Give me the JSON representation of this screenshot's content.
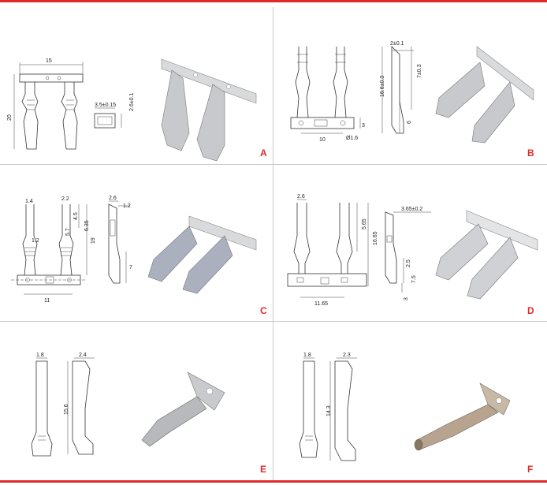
{
  "panels": [
    {
      "id": "A",
      "label": "A",
      "dims": [
        "15",
        "20",
        "3.5±0.15",
        "2.6±0.1"
      ]
    },
    {
      "id": "B",
      "label": "B",
      "dims": [
        "2±0.1",
        "7±0.3",
        "16.6±0.3",
        "3",
        "6",
        "10",
        "Ø1.6"
      ]
    },
    {
      "id": "C",
      "label": "C",
      "dims": [
        "1.4",
        "2.2",
        "2.6",
        "1.2",
        "4.5",
        "5.7",
        "6.35",
        "19",
        "1.2",
        "7",
        "11"
      ]
    },
    {
      "id": "D",
      "label": "D",
      "dims": [
        "2.6",
        "3.65±0.2",
        "5.65",
        "16.65",
        "11.65",
        "2.5",
        "7.5",
        "3"
      ]
    },
    {
      "id": "E",
      "label": "E",
      "dims": [
        "1.8",
        "2.4",
        "15.6"
      ]
    },
    {
      "id": "F",
      "label": "F",
      "dims": [
        "1.8",
        "2.3",
        "14.3"
      ]
    }
  ],
  "colors": {
    "accent": "#e02a2a",
    "divider": "#c8c8c8"
  }
}
